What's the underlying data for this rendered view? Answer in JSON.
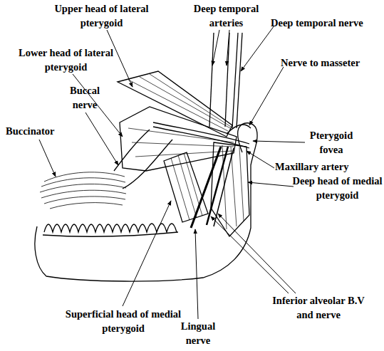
{
  "diagram": {
    "labels": [
      "Upper head of lateral pterygoid",
      "Deep temporal arteries",
      "Deep temporal nerve",
      "Lower head of lateral pterygoid",
      "Nerve to masseter",
      "Buccal nerve",
      "Buccinator",
      "Pterygoid fovea",
      "Maxillary artery",
      "Deep head of medial pterygoid",
      "Inferior alveolar B.V and nerve",
      "Superficial head of medial pterygoid",
      "Lingual nerve"
    ]
  }
}
